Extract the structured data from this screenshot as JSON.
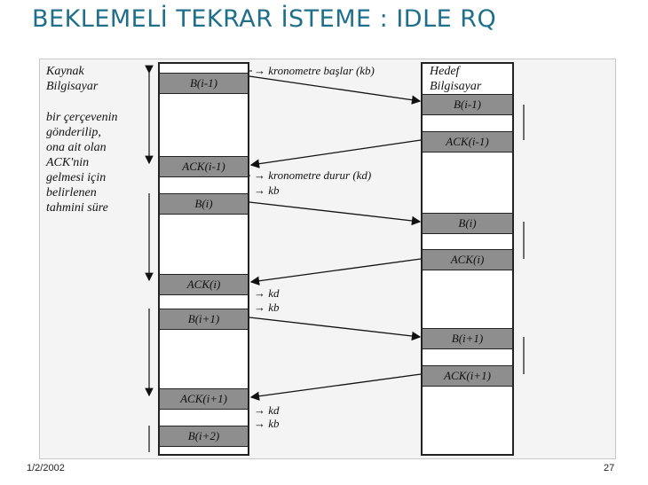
{
  "title": "BEKLEMELİ TEKRAR İSTEME : IDLE RQ",
  "sender": {
    "name_line1": "Kaynak",
    "name_line2": "Bilgisayar",
    "timeout_lines": [
      "bir çerçevenin",
      "gönderilip,",
      "ona ait olan",
      "ACK'nin",
      "gelmesi için",
      "belirlenen",
      "tahmini süre"
    ]
  },
  "receiver": {
    "name_line1": "Hedef",
    "name_line2": "Bilgisayar"
  },
  "sender_frames": [
    "B(i-1)",
    "ACK(i-1)",
    "B(i)",
    "ACK(i)",
    "B(i+1)",
    "ACK(i+1)",
    "B(i+2)"
  ],
  "receiver_frames": [
    "B(i-1)",
    "ACK(i-1)",
    "B(i)",
    "ACK(i)",
    "B(i+1)",
    "ACK(i+1)"
  ],
  "annotations": {
    "kb_start": "kronometre başlar (kb)",
    "kd_stop": "kronometre durur (kd)",
    "kb": "kb",
    "kd": "kd"
  },
  "footer": {
    "date": "1/2/2002",
    "page": "27"
  }
}
